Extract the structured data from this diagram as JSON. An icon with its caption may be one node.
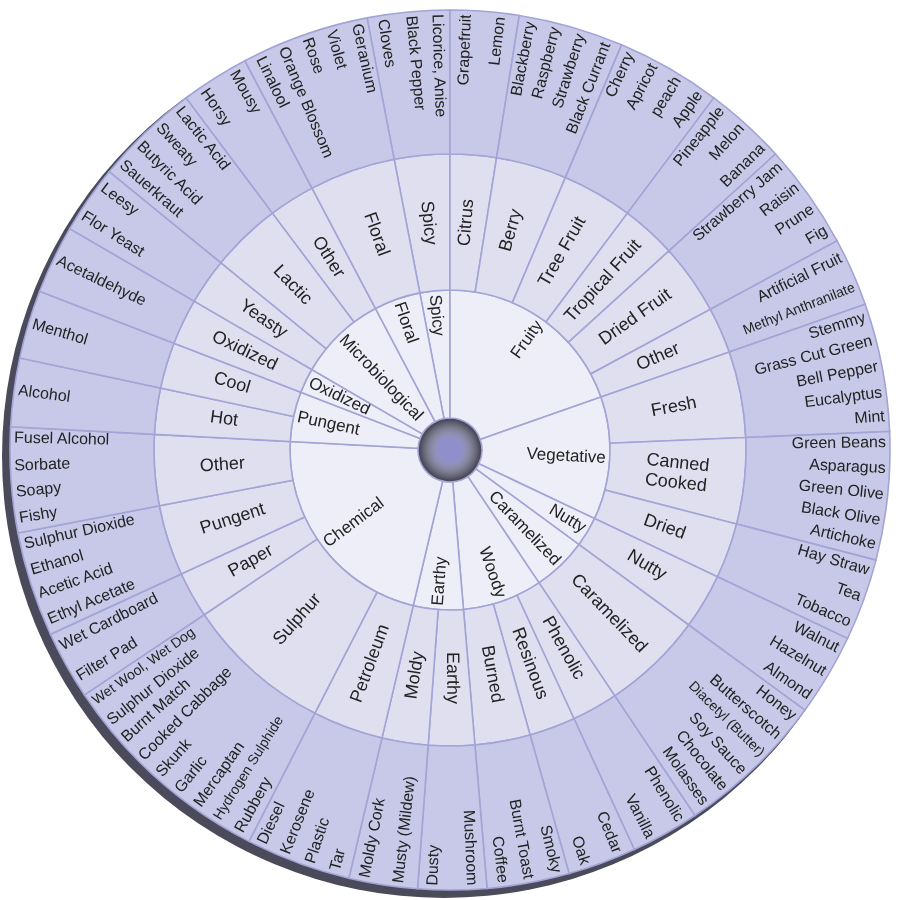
{
  "diagram": {
    "nodes": [
      {
        "text": [
          "Spicy"
        ]
      },
      {
        "text": [
          "Fruity"
        ]
      },
      {
        "text": [
          "Vegetative"
        ]
      },
      {
        "text": [
          "Nutty"
        ]
      },
      {
        "text": [
          "Caramelized"
        ]
      },
      {
        "text": [
          "Woody"
        ]
      },
      {
        "text": [
          "Earthy"
        ]
      },
      {
        "text": [
          "Chemical"
        ]
      },
      {
        "text": [
          "Pungent"
        ]
      },
      {
        "text": [
          "Oxidized"
        ]
      },
      {
        "text": [
          "Microbiological"
        ]
      },
      {
        "text": [
          "Floral"
        ]
      },
      {
        "text": [
          "Spicy"
        ]
      },
      {
        "text": [
          "Citrus"
        ]
      },
      {
        "text": [
          "Berry"
        ]
      },
      {
        "text": [
          "Tree Fruit"
        ]
      },
      {
        "text": [
          "Tropical Fruit"
        ]
      },
      {
        "text": [
          "Dried Fruit"
        ]
      },
      {
        "text": [
          "Other"
        ]
      },
      {
        "text": [
          "Fresh"
        ]
      },
      {
        "text": [
          "Canned Cooked"
        ]
      },
      {
        "text": [
          "Dried"
        ]
      },
      {
        "text": [
          "Nutty"
        ]
      },
      {
        "text": [
          "Caramelized"
        ]
      },
      {
        "text": [
          "Phenolic"
        ]
      },
      {
        "text": [
          "Resinous"
        ]
      },
      {
        "text": [
          "Burned"
        ]
      },
      {
        "text": [
          "Earthy"
        ]
      },
      {
        "text": [
          "Moldy"
        ]
      },
      {
        "text": [
          "Petroleum"
        ]
      },
      {
        "text": [
          "Sulphur"
        ]
      },
      {
        "text": [
          "Paper"
        ]
      },
      {
        "text": [
          "Pungent"
        ]
      },
      {
        "text": [
          "Other"
        ]
      },
      {
        "text": [
          "Hot"
        ]
      },
      {
        "text": [
          "Cool"
        ]
      },
      {
        "text": [
          "Oxidized"
        ]
      },
      {
        "text": [
          "Yeasty"
        ]
      },
      {
        "text": [
          "Lactic"
        ]
      },
      {
        "text": [
          "Other"
        ]
      },
      {
        "text": [
          "Floral"
        ]
      },
      {
        "text": [
          "Licorice, Anise",
          "Black Pepper",
          "Cloves"
        ]
      },
      {
        "text": [
          "Grapefruit",
          "Lemon"
        ]
      },
      {
        "text": [
          "Blackberry",
          "Raspberry",
          "Strawberry",
          "Black Currant"
        ]
      },
      {
        "text": [
          "Cherry",
          "Apricot",
          "peach",
          "Apple"
        ]
      },
      {
        "text": [
          "Pineapple",
          "Melon",
          "Banana"
        ]
      },
      {
        "text": [
          "Strawberry Jam",
          "Raisin",
          "Prune",
          "Fig"
        ]
      },
      {
        "text": [
          "Artificial Fruit",
          "Methyl Anthranilate"
        ]
      },
      {
        "text": [
          "Stemmy",
          "Grass Cut Green",
          "Bell Pepper",
          "Eucalyptus",
          "Mint"
        ]
      },
      {
        "text": [
          "Green Beans",
          "Asparagus",
          "Green Olive",
          "Black Olive",
          "Artichoke"
        ]
      },
      {
        "text": [
          "Hay Straw",
          "Tea",
          "Tobacco"
        ]
      },
      {
        "text": [
          "Walnut",
          "Hazelnut",
          "Almond"
        ]
      },
      {
        "text": [
          "Honey",
          "Butterscotch",
          "Diacetyl (Butter)",
          "Soy Sauce",
          "Chocolate",
          "Molasses"
        ]
      },
      {
        "text": [
          "Phenolic",
          "Vanilla"
        ]
      },
      {
        "text": [
          "Cedar",
          "Oak"
        ]
      },
      {
        "text": [
          "Smoky",
          "Burnt Toast",
          "Coffee"
        ]
      },
      {
        "text": [
          "Mushroom",
          "Dusty"
        ]
      },
      {
        "text": [
          "Moldy Cork",
          "Musty (Mildew)"
        ]
      },
      {
        "text": [
          "Diesel",
          "Kerosene",
          "Plastic",
          "Tar"
        ]
      },
      {
        "text": [
          "Wet Wool, Wet Dog",
          "Sulphur Dioxide",
          "Burnt Match",
          "Cooked Cabbage",
          "Skunk",
          "Garlic",
          "Mercaptan",
          "Hydrogen Sulphide",
          "Rubbery"
        ]
      },
      {
        "text": [
          "Wet Cardboard",
          "Filter Pad"
        ]
      },
      {
        "text": [
          "Sulphur Dioxide",
          "Ethanol",
          "Acetic Acid",
          "Ethyl Acetate"
        ]
      },
      {
        "text": [
          "Fusel Alcohol",
          "Sorbate",
          "Soapy",
          "Fishy"
        ]
      },
      {
        "text": [
          "Alcohol"
        ]
      },
      {
        "text": [
          "Menthol"
        ]
      },
      {
        "text": [
          "Acetaldehyde"
        ]
      },
      {
        "text": [
          "Leesy",
          "Flor Yeast"
        ]
      },
      {
        "text": [
          "Lactic Acid",
          "Sweaty",
          "Butyric Acid",
          "Sauerkraut"
        ]
      },
      {
        "text": [
          "Mousy",
          "Horsy"
        ]
      },
      {
        "text": [
          "Geranium",
          "Violet",
          "Rose",
          "Orange Blossom",
          "Linalool"
        ]
      }
    ]
  }
}
